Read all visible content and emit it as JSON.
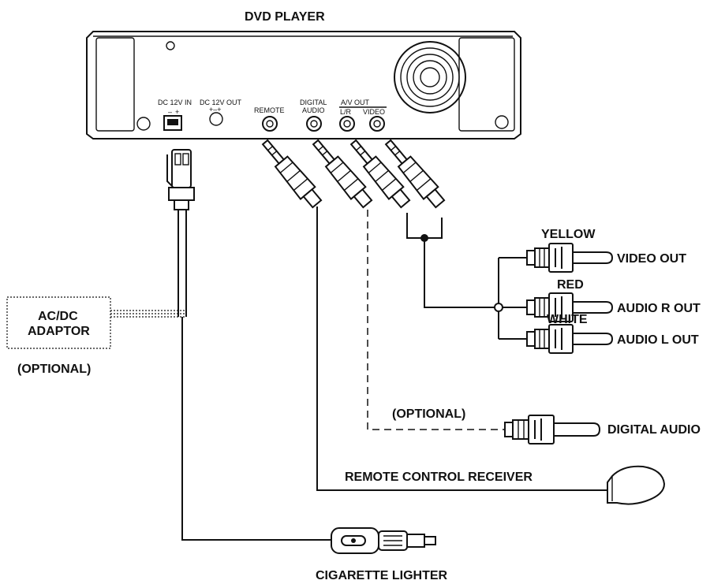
{
  "title": "DVD PLAYER",
  "panel": {
    "dc_12v_in": "DC 12V IN",
    "dc_12v_out": "DC 12V OUT",
    "dc_out_polarity": "+–+",
    "dc_in_minus": "–",
    "dc_in_plus": "+",
    "remote": "REMOTE",
    "digital_audio_line1": "DIGITAL",
    "digital_audio_line2": "AUDIO",
    "av_out": "A/V OUT",
    "lr": "L/R",
    "video": "VIDEO"
  },
  "adaptor": {
    "line1": "AC/DC",
    "line2": "ADAPTOR",
    "optional": "(OPTIONAL)"
  },
  "rca": {
    "yellow": "YELLOW",
    "video_out": "VIDEO OUT",
    "red": "RED",
    "audio_r_out": "AUDIO R OUT",
    "white": "WHITE",
    "audio_l_out": "AUDIO L OUT"
  },
  "digital": {
    "optional": "(OPTIONAL)",
    "label": "DIGITAL AUDIO"
  },
  "remote_receiver": "REMOTE CONTROL RECEIVER",
  "cigarette_lighter": "CIGARETTE LIGHTER"
}
